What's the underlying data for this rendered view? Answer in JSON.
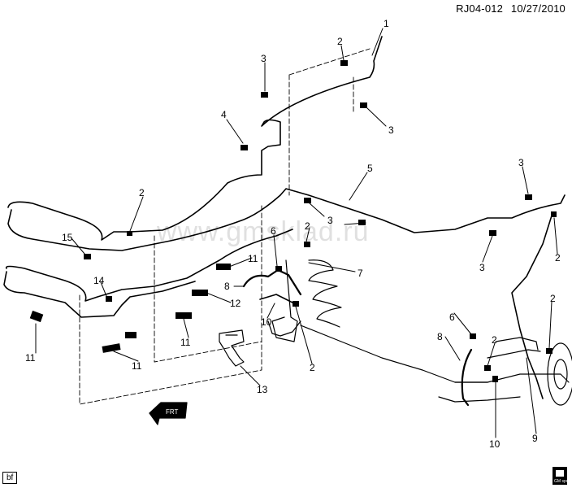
{
  "header": {
    "code": "RJ04-012",
    "date": "10/27/2010"
  },
  "footer_tag": "bf",
  "watermark": "www.gmsklad.ru",
  "front_arrow_label": "FRT",
  "logo_text": "GM spo",
  "callouts": [
    {
      "id": "c1",
      "label": "1"
    },
    {
      "id": "c2a",
      "label": "2"
    },
    {
      "id": "c2b",
      "label": "2"
    },
    {
      "id": "c2c",
      "label": "2"
    },
    {
      "id": "c2d",
      "label": "2"
    },
    {
      "id": "c2e",
      "label": "2"
    },
    {
      "id": "c2f",
      "label": "2"
    },
    {
      "id": "c2g",
      "label": "2"
    },
    {
      "id": "c3a",
      "label": "3"
    },
    {
      "id": "c3b",
      "label": "3"
    },
    {
      "id": "c3c",
      "label": "3"
    },
    {
      "id": "c3d",
      "label": "3"
    },
    {
      "id": "c3e",
      "label": "3"
    },
    {
      "id": "c4",
      "label": "4"
    },
    {
      "id": "c5",
      "label": "5"
    },
    {
      "id": "c6a",
      "label": "6"
    },
    {
      "id": "c6b",
      "label": "6"
    },
    {
      "id": "c7",
      "label": "7"
    },
    {
      "id": "c8a",
      "label": "8"
    },
    {
      "id": "c8b",
      "label": "8"
    },
    {
      "id": "c9",
      "label": "9"
    },
    {
      "id": "c10a",
      "label": "10"
    },
    {
      "id": "c10b",
      "label": "10"
    },
    {
      "id": "c11a",
      "label": "11"
    },
    {
      "id": "c11b",
      "label": "11"
    },
    {
      "id": "c11c",
      "label": "11"
    },
    {
      "id": "c11d",
      "label": "11"
    },
    {
      "id": "c12",
      "label": "12"
    },
    {
      "id": "c13",
      "label": "13"
    },
    {
      "id": "c14",
      "label": "14"
    },
    {
      "id": "c15",
      "label": "15"
    }
  ]
}
